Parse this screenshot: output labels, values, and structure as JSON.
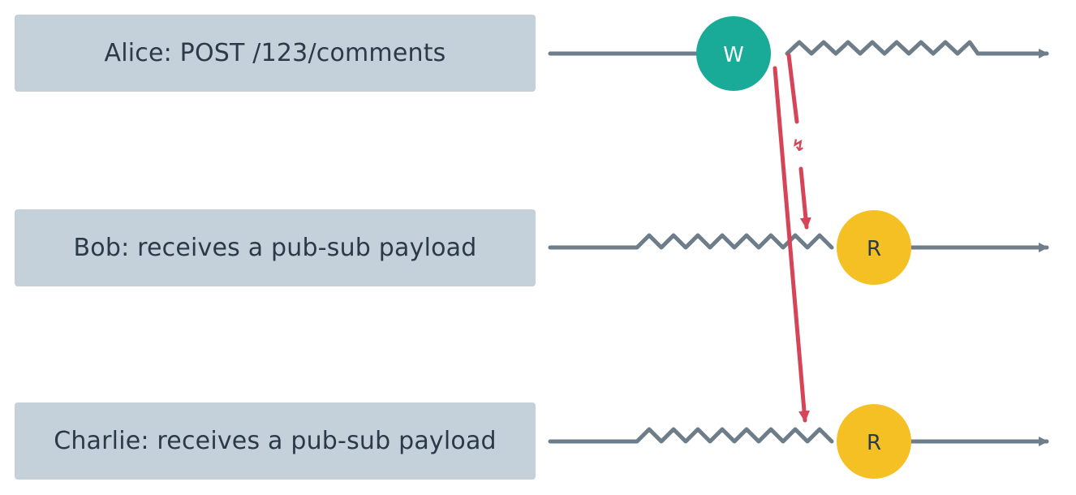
{
  "lanes": [
    {
      "label": "Alice: POST /123/comments"
    },
    {
      "label": "Bob: receives a pub-sub payload"
    },
    {
      "label": "Charlie: receives a pub-sub payload"
    }
  ],
  "nodes": {
    "write": {
      "label": "W"
    },
    "read_bob": {
      "label": "R"
    },
    "read_charlie": {
      "label": "R"
    }
  },
  "interrupt_symbol": "↯",
  "colors": {
    "lane_box": "#c4d0da",
    "lane_text": "#2a3a48",
    "timeline": "#6e7d8a",
    "write_node": "#1aaa98",
    "read_node": "#f5c023",
    "message_arrow": "#d64457"
  }
}
